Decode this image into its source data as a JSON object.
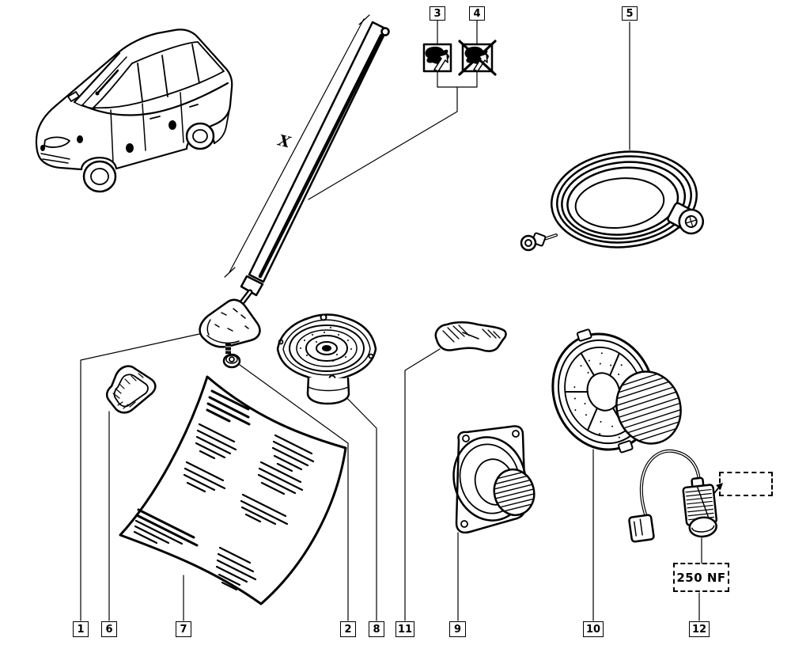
{
  "page": {
    "background": "#ffffff",
    "ink": "#000000"
  },
  "callouts": {
    "top": [
      {
        "label": "3"
      },
      {
        "label": "4"
      },
      {
        "label": "5"
      }
    ],
    "bottom": [
      {
        "label": "1"
      },
      {
        "label": "6"
      },
      {
        "label": "7"
      },
      {
        "label": "2"
      },
      {
        "label": "8"
      },
      {
        "label": "11"
      },
      {
        "label": "9"
      },
      {
        "label": "10"
      },
      {
        "label": "12"
      }
    ]
  },
  "annotations": {
    "mast_dimension_label": "X",
    "capacitor_value": "250 NF"
  },
  "icons": [
    {
      "name": "wash-allowed-icon",
      "callout": "3"
    },
    {
      "name": "wash-forbidden-icon",
      "callout": "4"
    }
  ]
}
